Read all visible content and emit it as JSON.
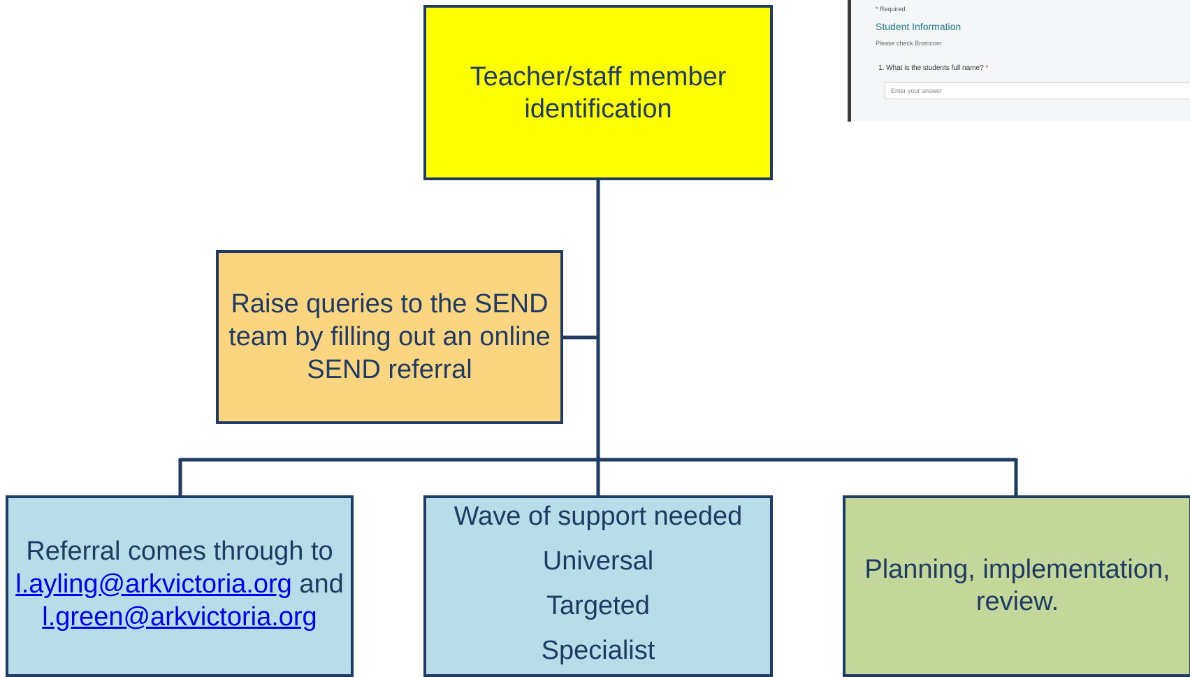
{
  "diagram": {
    "top_box": {
      "lines": [
        "Teacher/staff member",
        "identification"
      ]
    },
    "middle_box": {
      "lines": [
        "Raise queries to the SEND",
        "team by filling out an online",
        "SEND referral"
      ]
    },
    "left_box": {
      "line1": "Referral comes through to",
      "email1": "l.ayling@arkvictoria.org",
      "and_text": " and",
      "email2": "l.green@arkvictoria.org"
    },
    "center_box": {
      "lines": [
        "Wave of support needed",
        "Universal",
        "Targeted",
        "Specialist"
      ]
    },
    "right_box": {
      "lines": [
        "Planning, implementation,",
        "review."
      ]
    },
    "colors": {
      "border": "#1f3b63",
      "top_fill": "#ffff00",
      "middle_fill": "#fcd581",
      "blue_fill": "#b7dde8",
      "green_fill": "#c4d79b",
      "link": "#0000ee"
    }
  },
  "form_inset": {
    "required_note": "* Required",
    "section_title": "Student Information",
    "section_hint": "Please check Bromcom",
    "question": "1. What is the students full name?",
    "required_mark": "*",
    "input_placeholder": "Enter your answer"
  }
}
